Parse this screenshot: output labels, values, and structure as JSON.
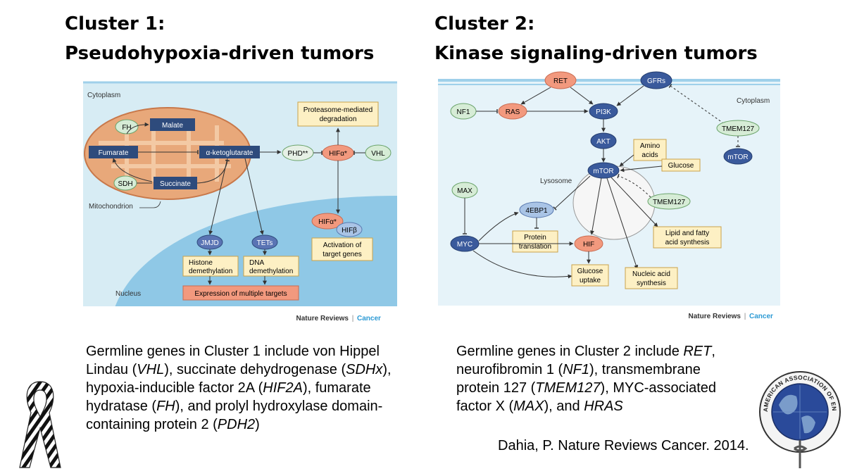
{
  "cluster1": {
    "heading_line1": "Cluster 1:",
    "heading_line2": "Pseudohypoxia-driven tumors",
    "diagram": {
      "cytoplasm": "Cytoplasm",
      "mitochondrion": "Mitochondrion",
      "nucleus": "Nucleus",
      "fh": "FH",
      "malate": "Malate",
      "fumarate": "Fumarate",
      "akg": "α-ketoglutarate",
      "sdh": "SDH",
      "succinate": "Succinate",
      "phd": "PHD**",
      "hifa": "HIFα*",
      "vhl": "VHL",
      "proteasome_1": "Proteasome-mediated",
      "proteasome_2": "degradation",
      "jmjd": "JMJD",
      "tets": "TETs",
      "histone_1": "Histone",
      "histone_2": "demethylation",
      "dna_1": "DNA",
      "dna_2": "demethylation",
      "expression": "Expression of multiple targets",
      "hifa2": "HIFα*",
      "hifb": "HIFβ",
      "activation_1": "Activation of",
      "activation_2": "target genes",
      "credit_journal": "Nature Reviews",
      "credit_sep": "|",
      "credit_section": "Cancer"
    },
    "caption": [
      {
        "t": "Germline genes in Cluster 1 include von Hippel Lindau (",
        "i": false
      },
      {
        "t": "VHL",
        "i": true
      },
      {
        "t": "), succinate dehydrogenase (",
        "i": false
      },
      {
        "t": "SDHx",
        "i": true
      },
      {
        "t": "), hypoxia-inducible factor 2A (",
        "i": false
      },
      {
        "t": "HIF2A",
        "i": true
      },
      {
        "t": "), fumarate hydratase (",
        "i": false
      },
      {
        "t": "FH",
        "i": true
      },
      {
        "t": "), and prolyl hydroxylase domain-containing protein 2 (",
        "i": false
      },
      {
        "t": "PDH2",
        "i": true
      },
      {
        "t": ")",
        "i": false
      }
    ]
  },
  "cluster2": {
    "heading_line1": "Cluster 2:",
    "heading_line2": "Kinase signaling-driven tumors",
    "diagram": {
      "cytoplasm": "Cytoplasm",
      "lysosome": "Lysosome",
      "ret": "RET",
      "gfrs": "GFRs",
      "nf1": "NF1",
      "ras": "RAS",
      "pi3k": "PI3K",
      "akt": "AKT",
      "tmem_top": "TMEM127",
      "mtor_right": "mTOR",
      "amino_1": "Amino",
      "amino_2": "acids",
      "glucose": "Glucose",
      "mtor": "mTOR",
      "max": "MAX",
      "fourebp1": "4EBP1",
      "tmem_lys": "TMEM127",
      "protein_1": "Protein",
      "protein_2": "translation",
      "myc": "MYC",
      "hif": "HIF",
      "lipid_1": "Lipid and fatty",
      "lipid_2": "acid synthesis",
      "glucose_up_1": "Glucose",
      "glucose_up_2": "uptake",
      "nucleic_1": "Nucleic acid",
      "nucleic_2": "synthesis",
      "credit_journal": "Nature Reviews",
      "credit_sep": "|",
      "credit_section": "Cancer"
    },
    "caption": [
      {
        "t": "Germline genes in Cluster 2 include ",
        "i": false
      },
      {
        "t": "RET",
        "i": true
      },
      {
        "t": ", neurofibromin 1 (",
        "i": false
      },
      {
        "t": "NF1",
        "i": true
      },
      {
        "t": "), transmembrane protein 127 (",
        "i": false
      },
      {
        "t": "TMEM127",
        "i": true
      },
      {
        "t": "), MYC-associated factor X (",
        "i": false
      },
      {
        "t": "MAX",
        "i": true
      },
      {
        "t": "), and ",
        "i": false
      },
      {
        "t": "HRAS",
        "i": true
      }
    ]
  },
  "citation": "Dahia, P. Nature Reviews Cancer. 2014.",
  "logo": {
    "text": "AMERICAN ASSOCIATION OF ENDOCRINE SURGEONS",
    "globe_color": "#2a4a9a",
    "ring_color": "#ffffff"
  },
  "colors": {
    "cytoplasm_bg": "#d7ecf4",
    "nucleus_bg": "#8fc8e6",
    "mito_fill": "#e8a87a",
    "dark_box": "#2e4b7c",
    "yellow_box": "#fdf0c4",
    "salmon": "#f2997e",
    "green_node": "#d6ecd6",
    "blue_node": "#3a5a9c",
    "credit_blue": "#2c9ad4"
  }
}
